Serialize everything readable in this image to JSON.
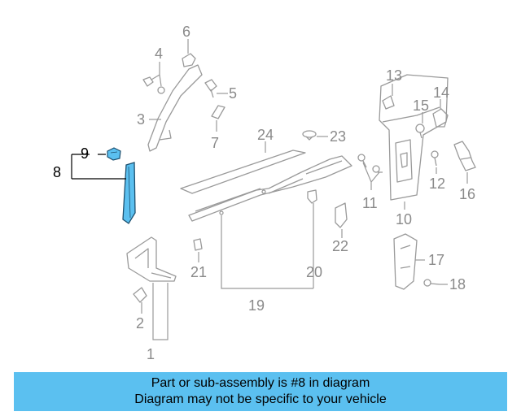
{
  "diagram": {
    "highlight_color": "#5bc0f0",
    "callouts": {
      "c1": "1",
      "c2": "2",
      "c3": "3",
      "c4": "4",
      "c5": "5",
      "c6": "6",
      "c7": "7",
      "c8": "8",
      "c9": "9",
      "c10": "10",
      "c11": "11",
      "c12": "12",
      "c13": "13",
      "c14": "14",
      "c15": "15",
      "c16": "16",
      "c17": "17",
      "c18": "18",
      "c19": "19",
      "c20": "20",
      "c21": "21",
      "c22": "22",
      "c23": "23",
      "c24": "24"
    }
  },
  "banner": {
    "line1": "Part or sub-assembly is #8 in diagram",
    "line2": "Diagram may not be specific to your vehicle"
  }
}
